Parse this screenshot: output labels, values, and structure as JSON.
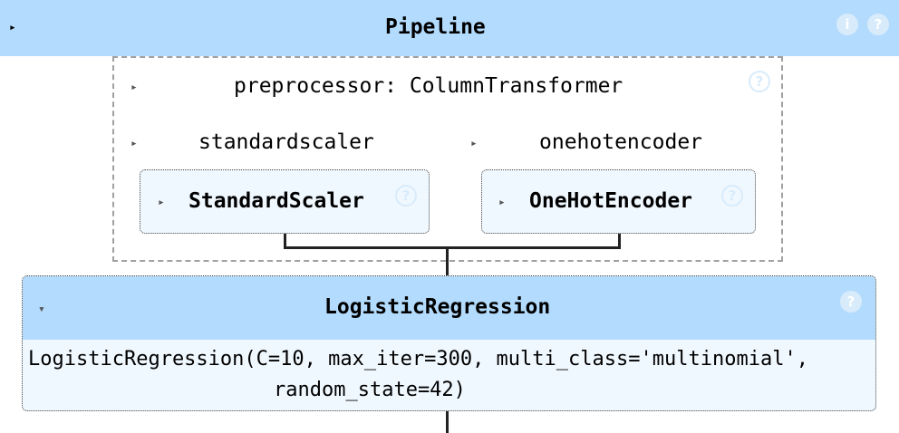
{
  "pipeline": {
    "title": "Pipeline",
    "toggle": "▸",
    "info_icon": "i",
    "help_icon": "?"
  },
  "preprocessor": {
    "title": "preprocessor: ColumnTransformer",
    "toggle": "▸",
    "help_icon": "?",
    "branches": [
      {
        "name": "standardscaler",
        "toggle": "▸",
        "estimator": "StandardScaler",
        "estimator_toggle": "▸",
        "help_icon": "?"
      },
      {
        "name": "onehotencoder",
        "toggle": "▸",
        "estimator": "OneHotEncoder",
        "estimator_toggle": "▸",
        "help_icon": "?"
      }
    ]
  },
  "classifier": {
    "title": "LogisticRegression",
    "toggle": "▾",
    "help_icon": "?",
    "params_line1": "LogisticRegression(C=10, max_iter=300, multi_class='multinomial',",
    "params_line2": "random_state=42)"
  },
  "colors": {
    "header_bg": "#b3dbfd",
    "box_bg": "#f0f8ff",
    "icon": "#d8ebfb"
  }
}
